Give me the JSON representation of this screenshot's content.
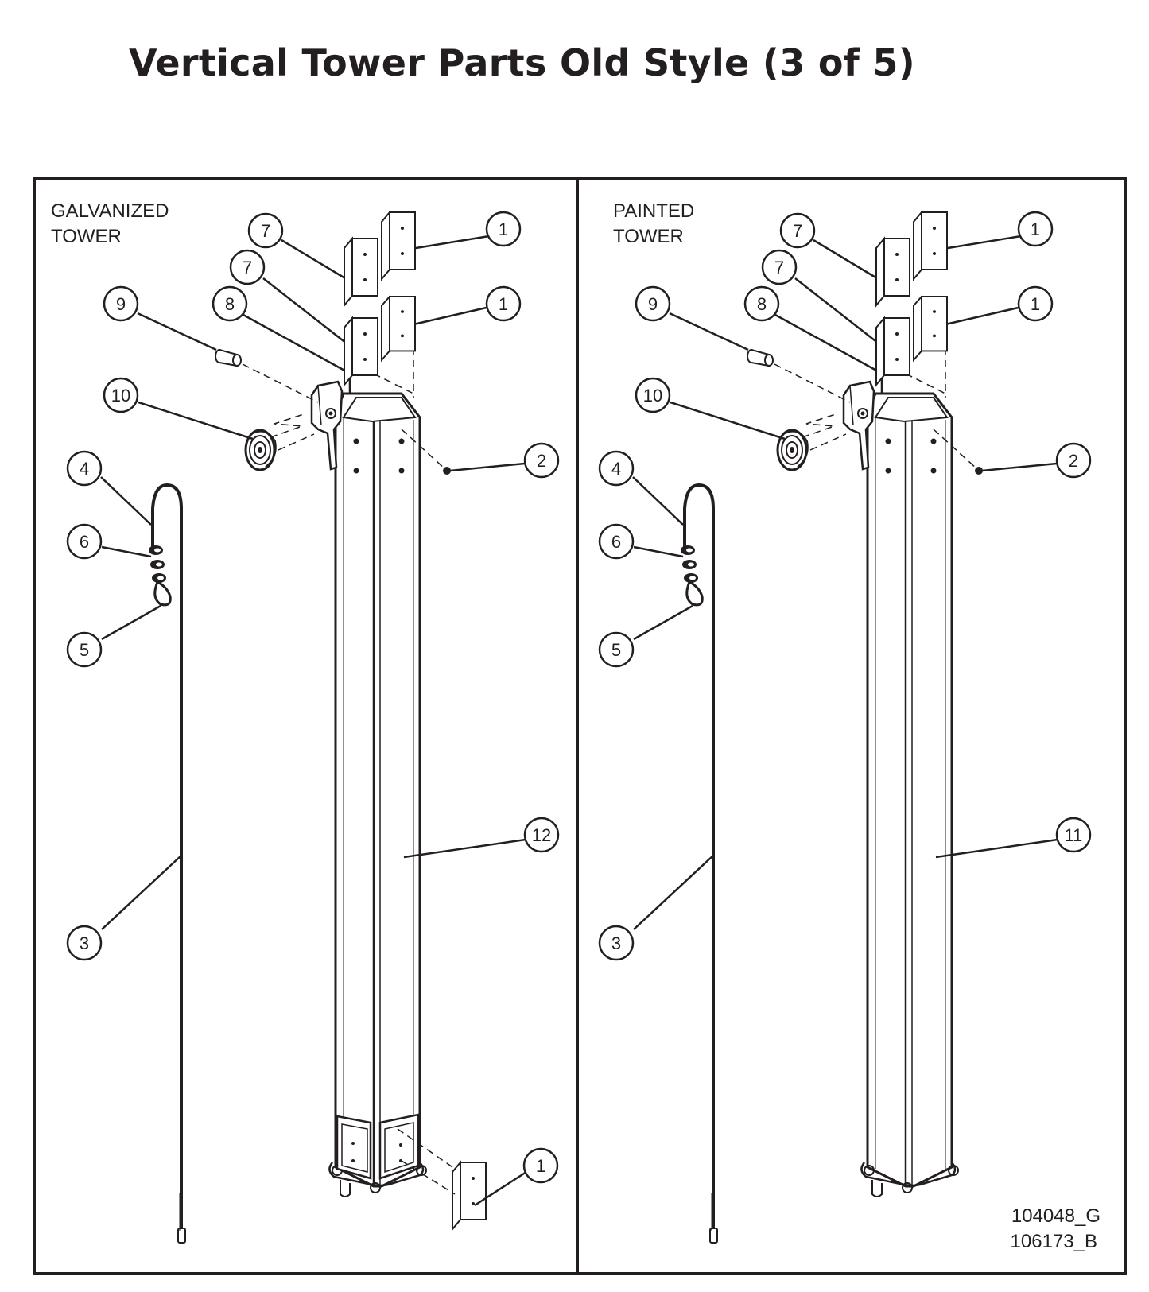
{
  "title": "Vertical Tower Parts Old Style (3 of 5)",
  "panels": [
    {
      "label_line1": "GALVANIZED",
      "label_line2": "TOWER",
      "callouts": [
        "7",
        "1",
        "7",
        "9",
        "8",
        "1",
        "10",
        "2",
        "4",
        "6",
        "5",
        "12",
        "3",
        "1"
      ]
    },
    {
      "label_line1": "PAINTED",
      "label_line2": "TOWER",
      "callouts": [
        "7",
        "1",
        "7",
        "9",
        "8",
        "1",
        "10",
        "2",
        "4",
        "6",
        "5",
        "11",
        "3"
      ]
    }
  ],
  "drawing_numbers": [
    "104048_G",
    "106173_B"
  ],
  "colors": {
    "ink": "#231f20",
    "background": "#ffffff"
  }
}
